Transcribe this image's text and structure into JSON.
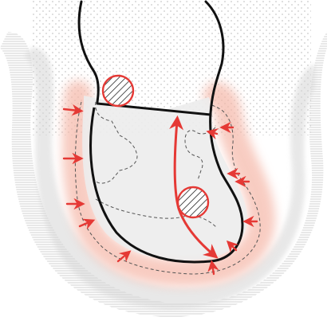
{
  "diagram": {
    "colors": {
      "outline": "#111111",
      "accent": "#e53935",
      "halo": "#f5b7a8",
      "shadow_gray": "#cfcfcf",
      "dot": "#c9c9c9",
      "hatch": "#bdbdbd",
      "dashed": "#555555"
    },
    "icons": {
      "force_arrow": "arrow-icon",
      "contact_circle": "hatched-circle-icon"
    },
    "elements": {
      "stem": "stem-outline",
      "cup": "cup-outline",
      "flow_path": "flow-path",
      "force_arrows_count": 12,
      "hatched_circles_count": 2
    }
  }
}
